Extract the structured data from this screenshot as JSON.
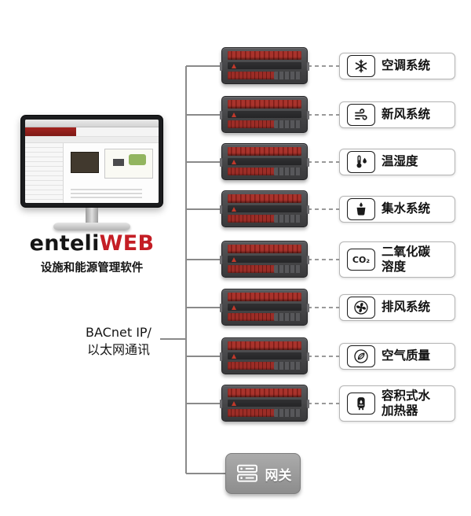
{
  "brand": {
    "name_black": "enteli",
    "name_red": "WEB",
    "subtitle": "设施和能源管理软件"
  },
  "network": {
    "line1": "BACnet IP/",
    "line2": "以太网通讯"
  },
  "systems": [
    {
      "label": "空调系统",
      "icon": "snowflake-icon"
    },
    {
      "label": "新风系统",
      "icon": "wind-icon"
    },
    {
      "label": "温湿度",
      "icon": "thermometer-icon"
    },
    {
      "label": "集水系统",
      "icon": "water-collection-icon"
    },
    {
      "label": "二氧化碳溶度",
      "icon": "co2-icon",
      "icon_text": "CO₂"
    },
    {
      "label": "排风系统",
      "icon": "fan-icon"
    },
    {
      "label": "空气质量",
      "icon": "leaf-icon"
    },
    {
      "label": "容积式水加热器",
      "icon": "water-heater-icon"
    }
  ],
  "gateway": {
    "label": "网关",
    "icon": "server-icon"
  },
  "colors": {
    "accent_red": "#c41e25",
    "terminal_red": "#a9332c",
    "device_dark": "#454547",
    "line_gray": "#8a8a8a",
    "gateway_gray": "#9a9a9a"
  }
}
